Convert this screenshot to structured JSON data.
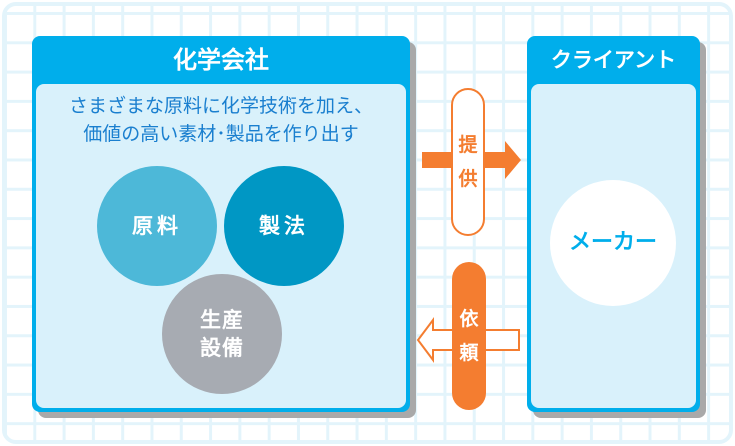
{
  "company": {
    "title": "化学会社",
    "description_lines": [
      "さまざまな原料に化学技術を加え、",
      "価値の高い素材･製品を作り出す"
    ],
    "circles": [
      {
        "label": "原料",
        "color": "#4db8d8"
      },
      {
        "label": "製法",
        "color": "#0097c4"
      },
      {
        "label_lines": [
          "生産",
          "設備"
        ],
        "color": "#a7abb2"
      }
    ]
  },
  "client": {
    "title": "クライアント",
    "maker": "メーカー"
  },
  "flows": {
    "provide": [
      "提",
      "供"
    ],
    "request": [
      "依",
      "頼"
    ]
  },
  "colors": {
    "accent": "#00aeeb",
    "orange": "#f47d30"
  }
}
